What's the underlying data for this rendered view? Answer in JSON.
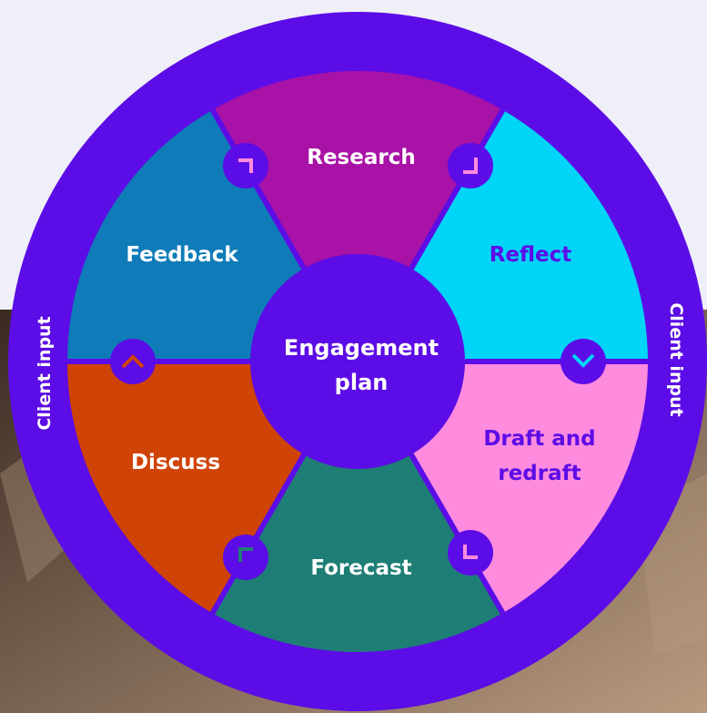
{
  "colors": {
    "page_background": "#efeff8",
    "photo_dark": "#3a2a22",
    "photo_light": "#b89a80",
    "ring": "#5c0ce6",
    "divider": "#5c0ce6",
    "research": "#a812a6",
    "reflect": "#00d4f7",
    "draft_and_redraft": "#ff8bde",
    "forecast": "#1e7e76",
    "discuss": "#d04306",
    "feedback": "#0f7bb8",
    "center": "#5c0ce6",
    "white_text": "#ffffff",
    "purple_text": "#5c0ce6"
  },
  "center": {
    "line1": "Engagement",
    "line2": "plan"
  },
  "segments": {
    "research": "Research",
    "reflect": "Reflect",
    "draft_line1": "Draft and",
    "draft_line2": "redraft",
    "forecast": "Forecast",
    "discuss": "Discuss",
    "feedback": "Feedback"
  },
  "ring_labels": {
    "left": "Client input",
    "right": "Client input"
  },
  "icons": {
    "arrow_1": "chevron-icon",
    "arrow_2": "chevron-icon",
    "arrow_3": "chevron-down-icon",
    "arrow_4": "chevron-icon",
    "arrow_5": "chevron-icon",
    "arrow_6": "chevron-up-icon"
  }
}
